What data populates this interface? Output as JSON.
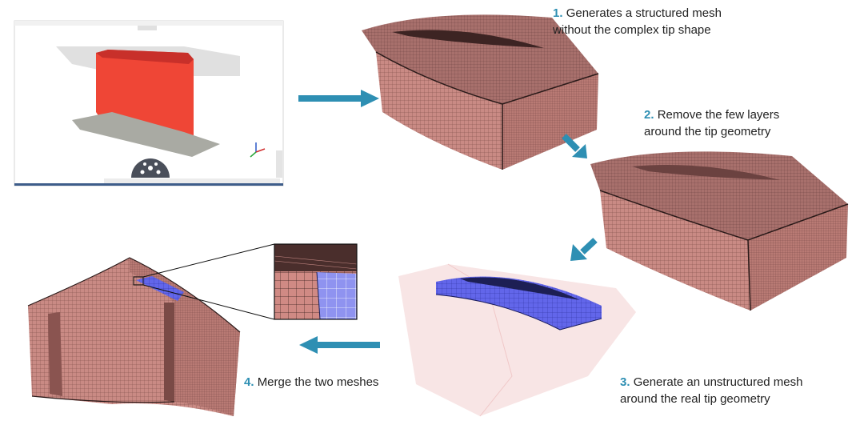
{
  "steps": [
    {
      "num": "1.",
      "line1": "Generates a structured mesh",
      "line2": "without the complex tip shape"
    },
    {
      "num": "2.",
      "line1": "Remove the few layers",
      "line2": "around the tip geometry"
    },
    {
      "num": "3.",
      "line1": "Generate an unstructured mesh",
      "line2": "around the real tip geometry"
    },
    {
      "num": "4.",
      "line1": "Merge the two meshes"
    }
  ],
  "colors": {
    "arrow": "#2e8fb3",
    "mesh": "#c98a84",
    "blade": "#ef4636",
    "tip": "#5a5fe6"
  },
  "icons": [
    "arrow-right-icon",
    "arrow-down-right-icon",
    "arrow-down-left-icon",
    "arrow-left-icon",
    "axis-triad-icon",
    "view-cube-icon"
  ]
}
